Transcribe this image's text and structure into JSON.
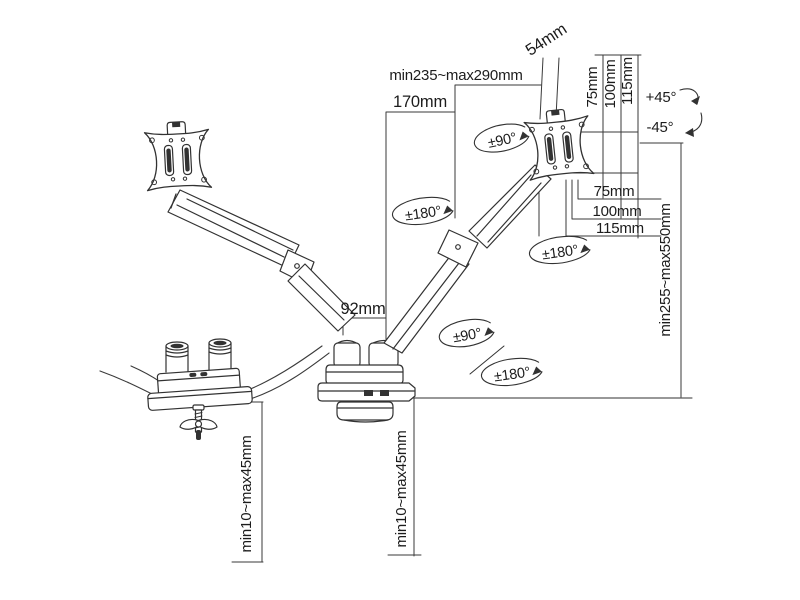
{
  "colors": {
    "background": "#ffffff",
    "line": "#323232",
    "text": "#1c1c1c"
  },
  "labels": {
    "vesa_tab_width": "54mm",
    "upper_arm_extension": "min235~max290mm",
    "lower_arm_length": "170mm",
    "vesa_vertical": [
      "75mm",
      "100mm",
      "115mm"
    ],
    "tilt_up": "+45°",
    "tilt_down": "-45°",
    "head_rotation": "±90°",
    "elbow_swivel": "±180°",
    "vesa_horizontal": [
      "75mm",
      "100mm",
      "115mm"
    ],
    "arm_swivel": "±180°",
    "height_range": "min255~max550mm",
    "base_offset": "92mm",
    "base_rotation": "±90°",
    "base_swivel": "±180°",
    "grommet_thickness": "min10~max45mm",
    "clamp_thickness": "min10~max45mm"
  }
}
